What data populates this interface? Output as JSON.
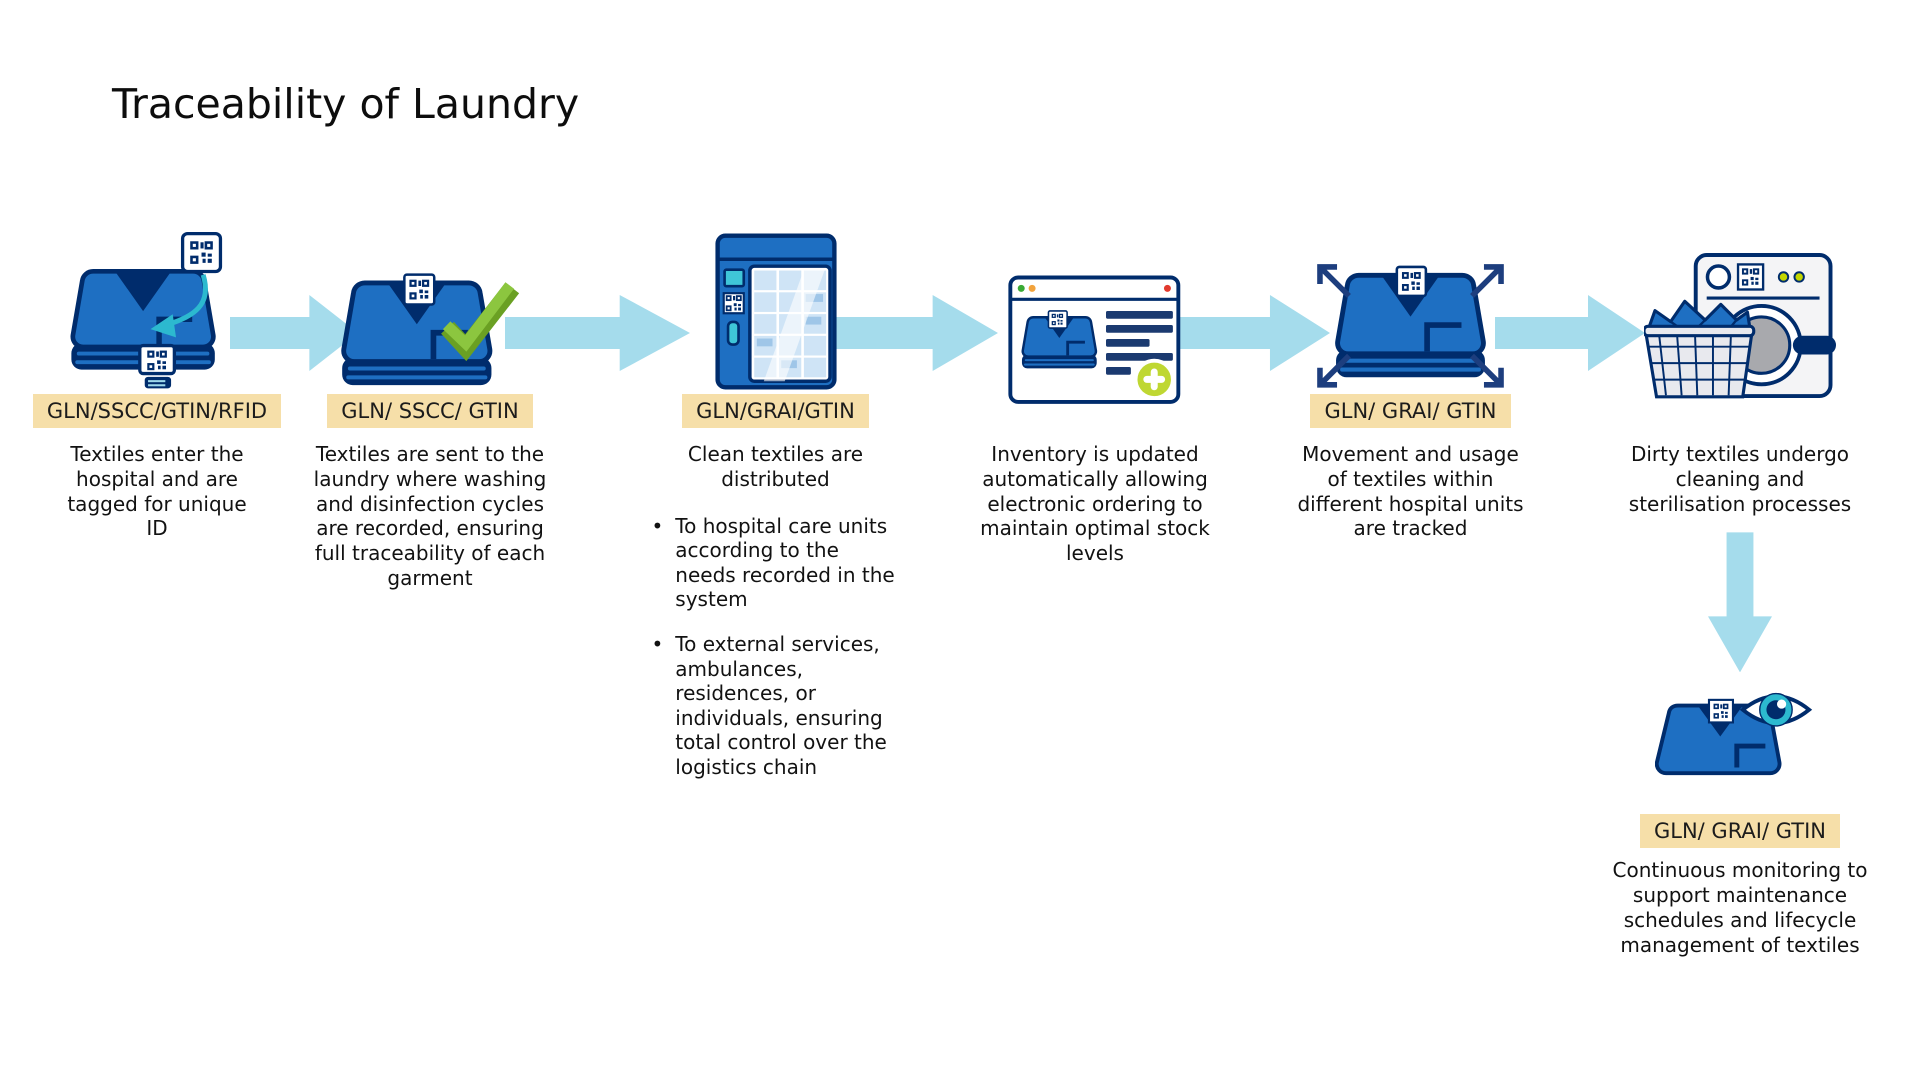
{
  "title": "Traceability of Laundry",
  "colors": {
    "navy": "#002c6c",
    "shirt_blue": "#1e6fc2",
    "flow_arrow_blue": "#a5dcec",
    "cyan_accent": "#2cb9cf",
    "badge_bg": "#f6dfa9",
    "check_green": "#8cc63f",
    "lime_accent": "#bfd732",
    "text": "#121212"
  },
  "steps": [
    {
      "icon": "shirt-tag-icon",
      "badge": "GLN/SSCC/GTIN/RFID",
      "description": "Textiles enter the hospital and are tagged for unique ID"
    },
    {
      "icon": "shirt-check-icon",
      "badge": "GLN/ SSCC/ GTIN",
      "description": "Textiles are sent to the laundry where washing and disinfection cycles are recorded, ensuring full traceability of each garment"
    },
    {
      "icon": "distribution-cabinet-icon",
      "badge": "GLN/GRAI/GTIN",
      "description": "Clean textiles are distributed",
      "bullets": [
        "To hospital care units according to the needs recorded in the system",
        "To external services, ambulances, residences, or individuals, ensuring total control over the logistics chain"
      ]
    },
    {
      "icon": "inventory-window-icon",
      "description": "Inventory is updated automatically allowing electronic ordering to maintain optimal stock levels"
    },
    {
      "icon": "shirt-tracking-icon",
      "badge": "GLN/ GRAI/ GTIN",
      "description": "Movement and usage of textiles within different hospital units are tracked"
    },
    {
      "icon": "washing-machine-icon",
      "description": "Dirty textiles undergo cleaning and sterilisation processes"
    },
    {
      "icon": "shirt-monitoring-icon",
      "badge": "GLN/ GRAI/ GTIN",
      "description": "Continuous monitoring to support maintenance schedules and lifecycle management of textiles"
    }
  ]
}
